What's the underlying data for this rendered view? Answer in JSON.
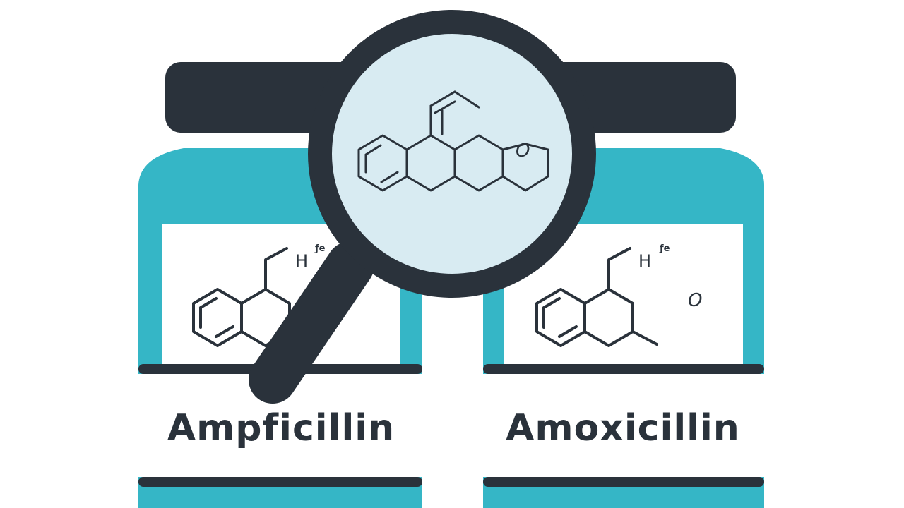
{
  "illustration": {
    "colors": {
      "teal": "#35b6c6",
      "dark": "#2a323b",
      "label_bg": "#ffffff",
      "lens_fill": "#d8ebf2"
    }
  },
  "jars": [
    {
      "name": "Ampficillin",
      "structure": {
        "hydrogen_label": "H",
        "superscript": "ƒe"
      }
    },
    {
      "name": "Amoxicillin",
      "structure": {
        "hydrogen_label": "H",
        "superscript": "ƒe",
        "oxygen_label": "O"
      }
    }
  ],
  "magnifier": {
    "structure": {
      "oxygen_label": "O"
    }
  }
}
